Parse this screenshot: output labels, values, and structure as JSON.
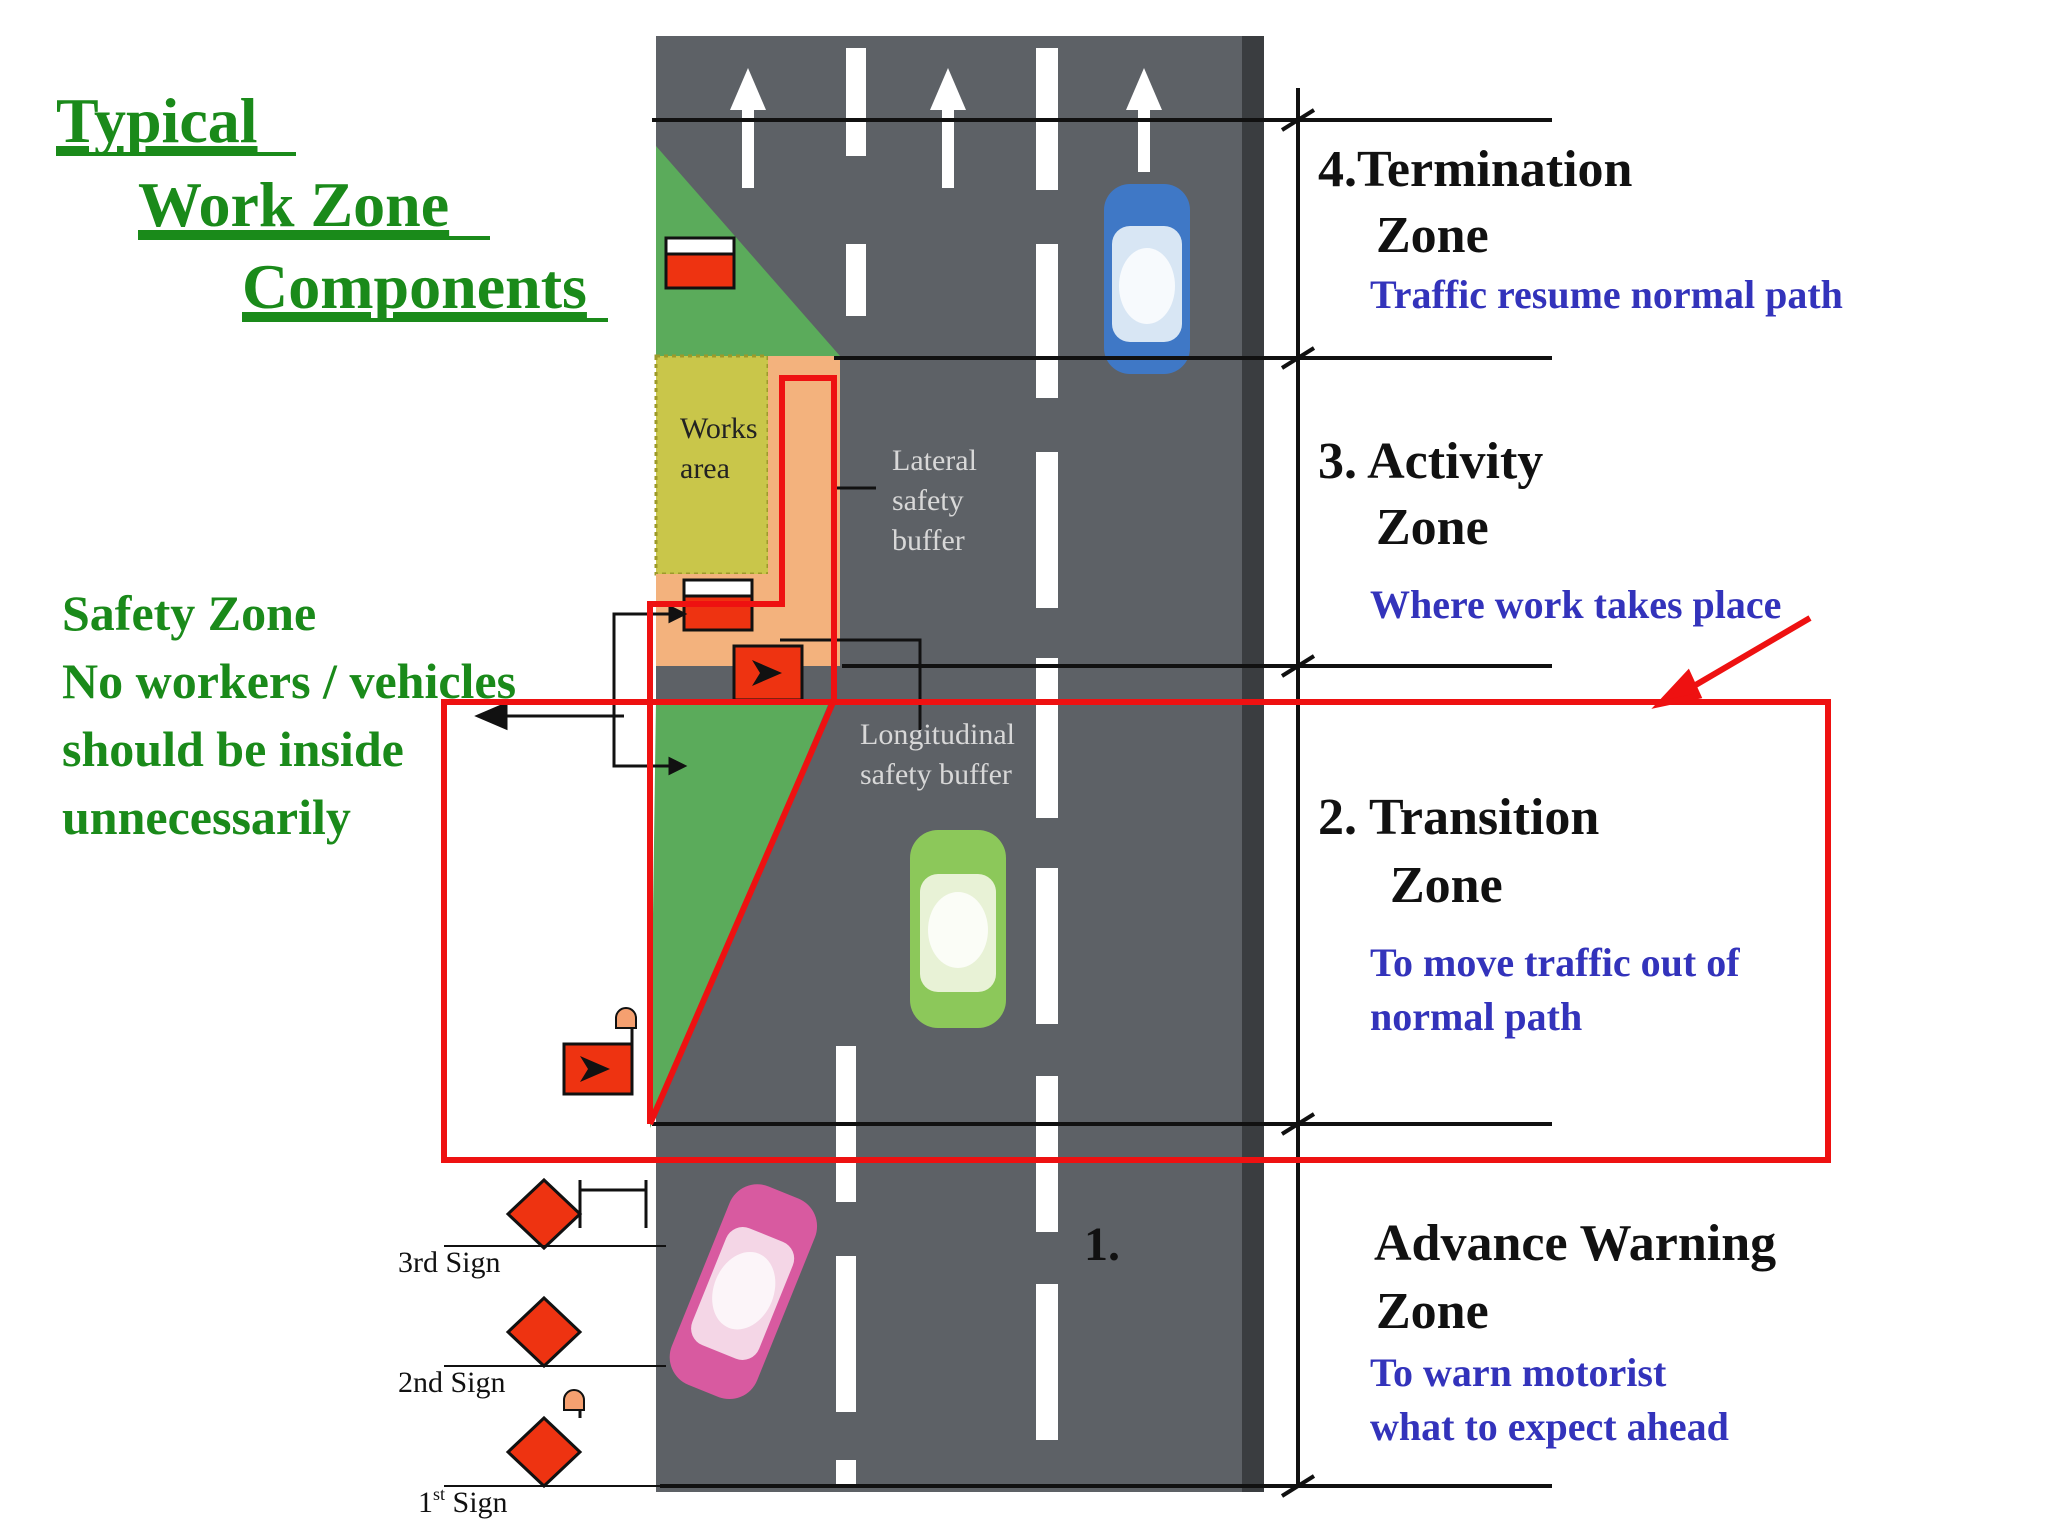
{
  "title": {
    "line1": "Typical ",
    "line2": "Work Zone ",
    "line3": "Components"
  },
  "safety_zone": {
    "line1": "Safety Zone",
    "line2": "No workers / vehicles",
    "line3": "should be inside",
    "line4": "unnecessarily"
  },
  "road_labels": {
    "works_area_1": "Works",
    "works_area_2": "area",
    "lateral_1": "Lateral",
    "lateral_2": "safety",
    "lateral_3": "buffer",
    "longitudinal_1": "Longitudinal",
    "longitudinal_2": "safety buffer",
    "advance_number": "1."
  },
  "signs": {
    "third": "3rd Sign",
    "second": "2nd Sign",
    "first_num": "1",
    "first_sup": "st",
    "first_word": " Sign"
  },
  "zones": {
    "termination": {
      "title1": "4.Termination",
      "title2": "Zone",
      "desc": "Traffic resume normal path"
    },
    "activity": {
      "title1": "3. Activity",
      "title2": "Zone",
      "desc": "Where work takes place"
    },
    "transition": {
      "title1": "2. Transition",
      "title2": "Zone",
      "desc1": "To move traffic out of",
      "desc2": "normal path"
    },
    "advance": {
      "title1": "Advance Warning",
      "title2": "Zone",
      "desc1": "To warn motorist",
      "desc2": "what to expect ahead"
    }
  },
  "colors": {
    "title_green": "#1a8a1a",
    "desc_blue": "#3333bb",
    "road_gray": "#5d6166",
    "highlight_red": "#ee1111",
    "sign_red": "#ee3311"
  }
}
